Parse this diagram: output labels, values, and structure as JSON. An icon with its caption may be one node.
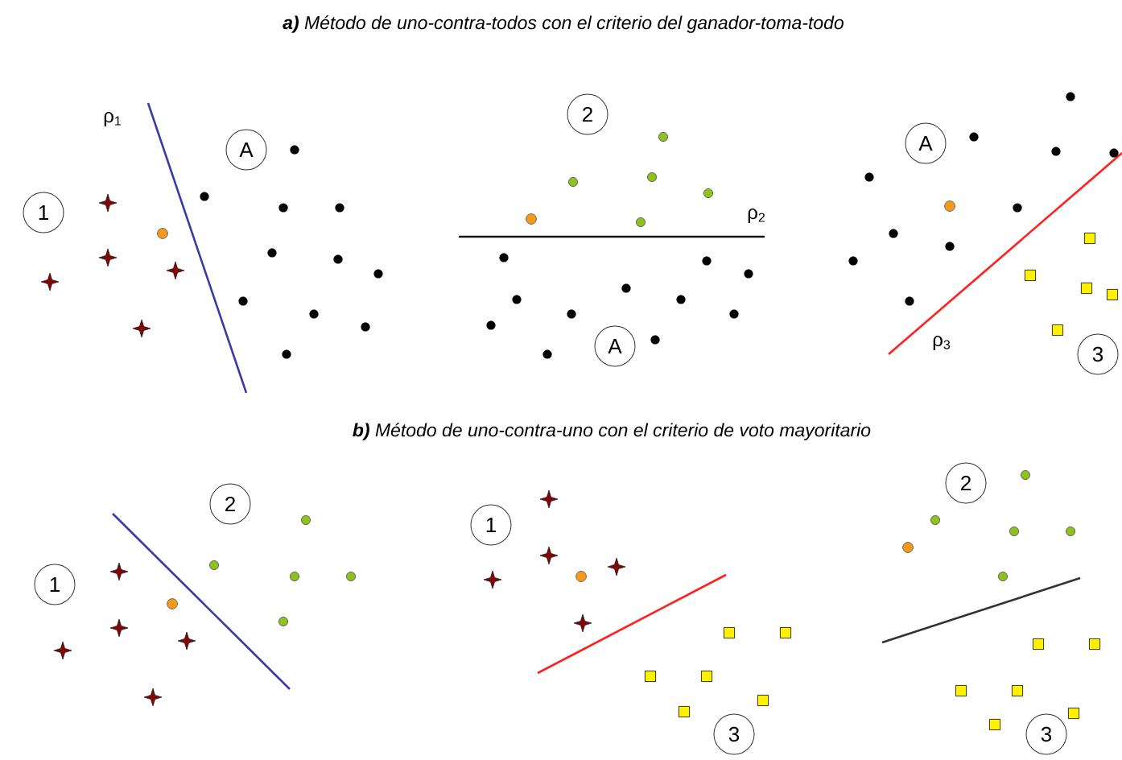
{
  "diagram": {
    "nodes": [
      {
        "text": [
          "1"
        ]
      },
      {
        "text": [
          "A"
        ]
      },
      {
        "text": [
          "2"
        ]
      },
      {
        "text": [
          "A"
        ]
      },
      {
        "text": [
          "A"
        ]
      },
      {
        "text": [
          "3"
        ]
      },
      {
        "text": [
          "1"
        ]
      },
      {
        "text": [
          "2"
        ]
      },
      {
        "text": [
          "1"
        ]
      },
      {
        "text": [
          "3"
        ]
      },
      {
        "text": [
          "2"
        ]
      },
      {
        "text": [
          "3"
        ]
      }
    ],
    "labels": [
      "**a)** Método de uno-contra-todos con el criterio del ganador-toma-todo",
      "ρ$_{1}$",
      "ρ$_{2}$",
      "ρ$_{3}$",
      "**b)** Método de uno-contra-uno con el criterio de voto mayoritario"
    ]
  }
}
